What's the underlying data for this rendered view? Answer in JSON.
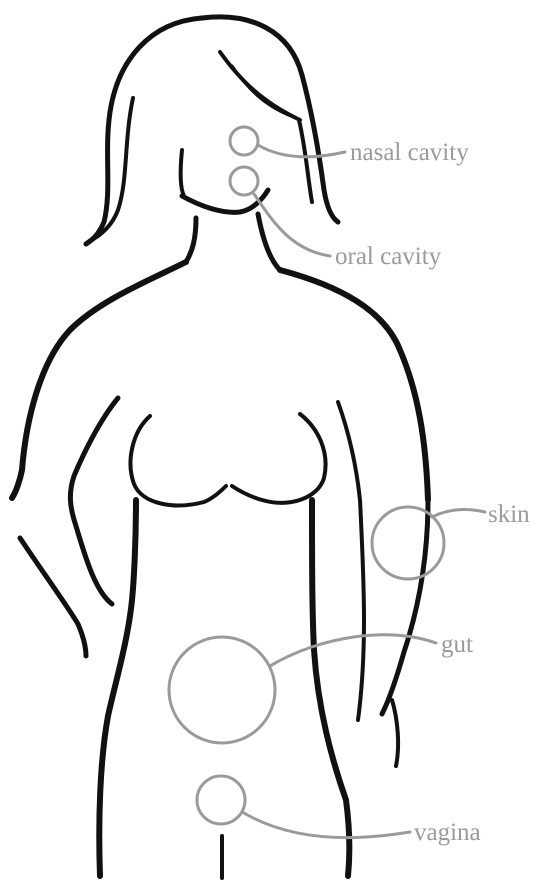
{
  "colors": {
    "outline": "#111111",
    "site": "#9a9a9a"
  },
  "sites": [
    {
      "id": "nasal",
      "label": "nasal cavity"
    },
    {
      "id": "oral",
      "label": "oral cavity"
    },
    {
      "id": "skin",
      "label": "skin"
    },
    {
      "id": "gut",
      "label": "gut"
    },
    {
      "id": "vagina",
      "label": "vagina"
    }
  ]
}
